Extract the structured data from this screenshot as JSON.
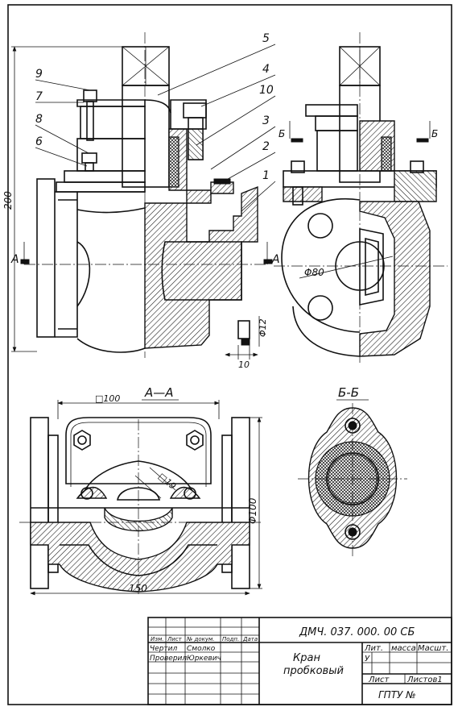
{
  "views": {
    "section_aa_title": "А—А",
    "section_bb_title": "Б-Б",
    "cut_mark_a_left": "А",
    "cut_mark_a_right": "А",
    "cut_mark_b_left": "Б",
    "cut_mark_b_right": "Б"
  },
  "callouts": [
    "9",
    "7",
    "8",
    "6",
    "5",
    "4",
    "10",
    "3",
    "2",
    "1"
  ],
  "dimensions": {
    "height_200": "200",
    "dia_80": "Φ80",
    "dia_12": "Φ12",
    "len_10": "10",
    "square_100": "□100",
    "square_19": "□19",
    "len_150": "150",
    "dia_100": "Φ100"
  },
  "title_block": {
    "designation": "ДМЧ. 037. 000. 00 СБ",
    "name_line1": "Кран",
    "name_line2": "пробковый",
    "col_izm": "Изм.",
    "col_list": "Лист",
    "col_doc": "№ докум.",
    "col_podp": "Подп.",
    "col_date": "Дата",
    "row_drew_role": "Чертил",
    "row_drew_name": "Смолко",
    "row_check_role": "Проверил",
    "row_check_name": "Юркевич",
    "lit": "Лит.",
    "mass": "масса",
    "scale": "Масшт.",
    "lit_value": "У",
    "sheet": "Лист",
    "sheets": "Листов1",
    "org": "ГПТУ №"
  }
}
